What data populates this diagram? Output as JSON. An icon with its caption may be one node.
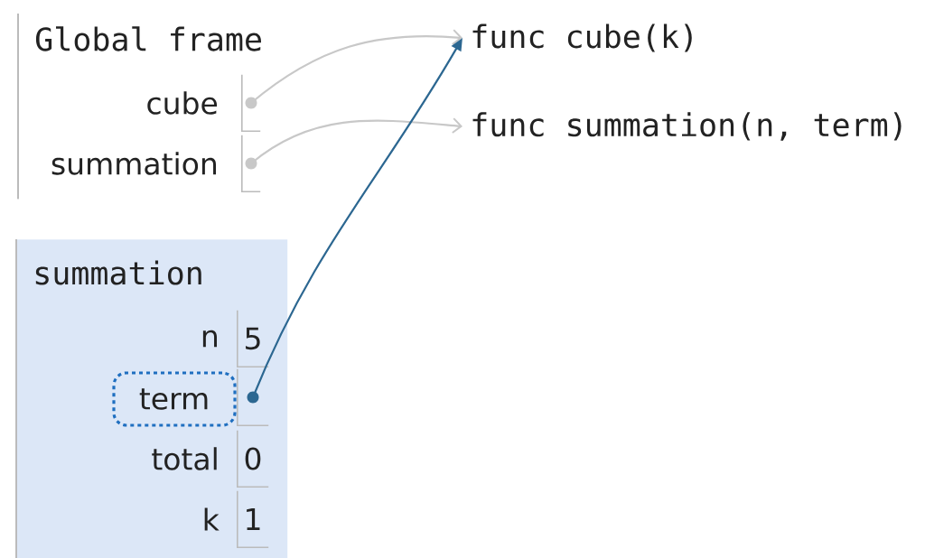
{
  "diagram": {
    "nodes": [
      {
        "text": [
          "Global frame"
        ]
      },
      {
        "text": [],
        "shape": "box",
        "in": 0
      },
      {
        "text": [],
        "shape": "box",
        "in": 0
      },
      {
        "text": [
          "func cube(k)"
        ]
      },
      {
        "text": [
          "func summation(n, term)"
        ]
      },
      {
        "text": [
          "summation"
        ]
      },
      {
        "text": [
          "5"
        ],
        "in": 5,
        "beside": [
          "n"
        ]
      },
      {
        "text": [
          "term"
        ],
        "in": 5
      },
      {
        "text": [],
        "shape": "box",
        "in": 5
      },
      {
        "text": [
          "0"
        ],
        "in": 5,
        "beside": [
          "total"
        ]
      },
      {
        "text": [
          "1"
        ],
        "in": 5,
        "beside": [
          "k"
        ]
      }
    ],
    "edges": [
      {
        "from": 1,
        "to": 3,
        "arrow": "to"
      },
      {
        "from": 2,
        "to": 4,
        "arrow": "to"
      },
      {
        "from": 8,
        "to": 3,
        "arrow": "to",
        "color": "#2c6791"
      }
    ],
    "labels": [
      "cube",
      "summation"
    ]
  }
}
